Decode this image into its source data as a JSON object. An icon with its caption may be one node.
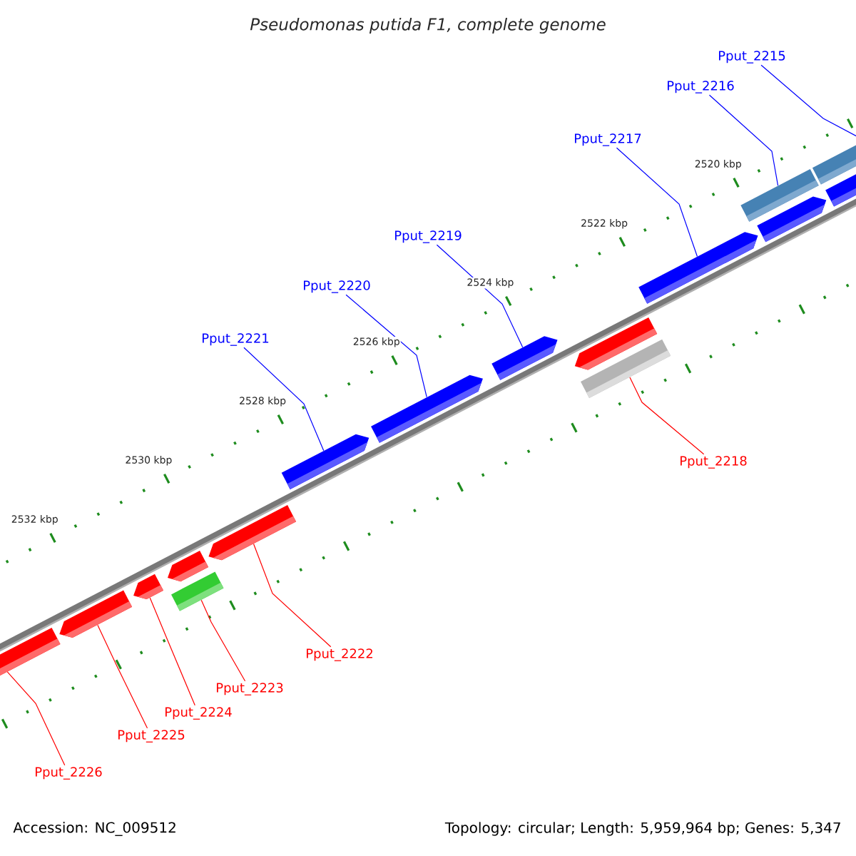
{
  "diagram": {
    "title": "Pseudomonas putida F1, complete genome",
    "nodes": [
      {
        "text": [
          "Pput_2215"
        ]
      },
      {
        "text": [
          "Pput_2216"
        ]
      },
      {
        "text": [
          "Pput_2217"
        ]
      },
      {
        "text": [
          "Pput_2219"
        ]
      },
      {
        "text": [
          "Pput_2220"
        ]
      },
      {
        "text": [
          "Pput_2221"
        ]
      },
      {
        "text": [
          "Pput_2218"
        ]
      },
      {
        "text": [
          "Pput_2222"
        ]
      },
      {
        "text": [
          "Pput_2223"
        ]
      },
      {
        "text": [
          "Pput_2224"
        ]
      },
      {
        "text": [
          "Pput_2225"
        ]
      },
      {
        "text": [
          "Pput_2226"
        ]
      },
      {
        "text": [],
        "shape": "bar"
      },
      {
        "text": [],
        "shape": "bar"
      },
      {
        "text": [],
        "shape": "bar"
      },
      {
        "text": [],
        "shape": "bar"
      },
      {
        "text": [],
        "shape": "bar"
      },
      {
        "text": [],
        "shape": "bar"
      },
      {
        "text": [],
        "shape": "bar"
      },
      {
        "text": [],
        "shape": "bar"
      },
      {
        "text": [],
        "shape": "bar"
      },
      {
        "text": [],
        "shape": "bar"
      },
      {
        "text": [],
        "shape": "bar"
      },
      {
        "text": [],
        "shape": "bar"
      },
      {
        "text": [],
        "shape": "bar"
      },
      {
        "text": [],
        "shape": "bar"
      },
      {
        "text": [],
        "shape": "bar"
      },
      {
        "text": [],
        "shape": "bar"
      }
    ],
    "edges": [
      {
        "from": 0,
        "to": 26,
        "arrow": "none",
        "color": "#0000ff"
      },
      {
        "from": 1,
        "to": 24,
        "arrow": "none",
        "color": "#0000ff"
      },
      {
        "from": 2,
        "to": 23,
        "arrow": "none",
        "color": "#0000ff"
      },
      {
        "from": 3,
        "to": 20,
        "arrow": "none",
        "color": "#0000ff"
      },
      {
        "from": 4,
        "to": 19,
        "arrow": "none",
        "color": "#0000ff"
      },
      {
        "from": 5,
        "to": 18,
        "arrow": "none",
        "color": "#0000ff"
      },
      {
        "from": 6,
        "to": 22,
        "arrow": "none",
        "color": "#ff0000"
      },
      {
        "from": 7,
        "to": 17,
        "arrow": "none",
        "color": "#ff0000"
      },
      {
        "from": 8,
        "to": 16,
        "arrow": "none",
        "color": "#ff0000"
      },
      {
        "from": 9,
        "to": 14,
        "arrow": "none",
        "color": "#ff0000"
      },
      {
        "from": 10,
        "to": 13,
        "arrow": "none",
        "color": "#ff0000"
      },
      {
        "from": 11,
        "to": 12,
        "arrow": "none",
        "color": "#ff0000"
      }
    ],
    "labels": [
      "2520 kbp",
      "2522 kbp",
      "2524 kbp",
      "2526 kbp",
      "2528 kbp",
      "2530 kbp",
      "2532 kbp",
      "Accession: NC_009512",
      "Topology: circular; Length: 5,959,964 bp; Genes: 5,347"
    ]
  }
}
